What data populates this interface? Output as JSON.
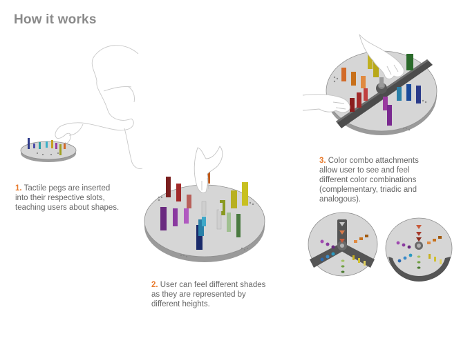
{
  "title": "How it works",
  "steps": [
    {
      "number": "1.",
      "text": "Tactile pegs are inserted\ninto their respective slots,\nteaching users about shapes."
    },
    {
      "number": "2.",
      "text": "User can feel different shades\nas they are represented by\ndifferent heights."
    },
    {
      "number": "3.",
      "text": "Color combo attachments\nallow user to see and feel\ndifferent color combinations\n(complementary, triadic and\nanalogous)."
    }
  ],
  "colors": {
    "accent": "#e8792b",
    "heading": "#8a8a8a",
    "body_text": "#666666",
    "board": "#d4d4d4",
    "board_edge": "#a9a9a9",
    "attachment": "#555555"
  },
  "illustrations": [
    "small-board-with-hand",
    "large-board-with-hand",
    "board-with-attachment-and-two-hands",
    "complementary-attachment-board",
    "triadic-attachment-board"
  ]
}
